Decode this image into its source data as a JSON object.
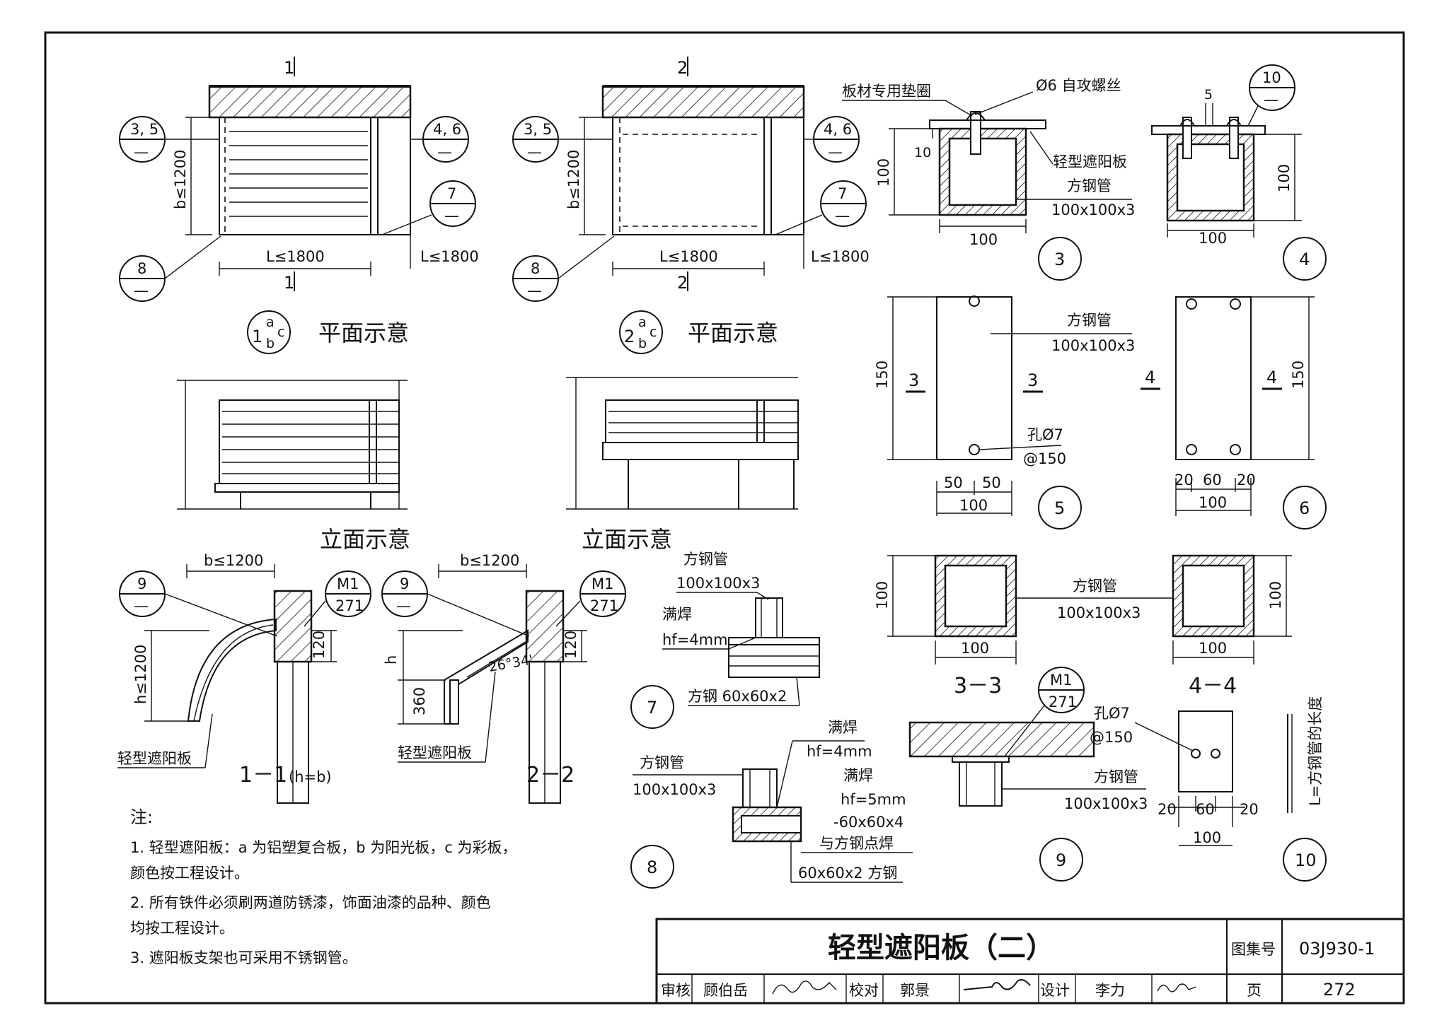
{
  "plan1": {
    "label": "平面示意",
    "sec_top": "1",
    "sec_bottom": "1",
    "dim_b": "b≤1200",
    "dim_l": "L≤1800",
    "dim_l2": "L≤1800",
    "callout_left_top": "3, 5",
    "callout_right_top": "4, 6",
    "callout_7": "7",
    "callout_8": "8",
    "dash": "—"
  },
  "plan2": {
    "label": "平面示意",
    "sec_top": "2",
    "sec_bottom": "2",
    "dim_b": "b≤1200",
    "dim_l": "L≤1800",
    "dim_l2": "L≤1800",
    "callout_left_top": "3, 5",
    "callout_right_top": "4, 6",
    "callout_7": "7",
    "callout_8": "8",
    "dash": "—"
  },
  "symbol1": {
    "num": "1",
    "a": "a",
    "b": "b",
    "c": "c"
  },
  "symbol2": {
    "num": "2",
    "a": "a",
    "b": "b",
    "c": "c"
  },
  "elev1": {
    "label": "立面示意"
  },
  "elev2": {
    "label": "立面示意"
  },
  "sec11": {
    "label": "1－1",
    "note": "(h=b)",
    "dim_b": "b≤1200",
    "dim_h": "h≤1200",
    "dim_120": "120",
    "callout_9": "9",
    "m1_top": "M1",
    "m1_bottom": "271",
    "panel_label": "轻型遮阳板",
    "dash": "—"
  },
  "sec22": {
    "label": "2－2",
    "dim_b": "b≤1200",
    "dim_h": "h",
    "dim_360": "360",
    "dim_120": "120",
    "angle": "26°34'",
    "callout_9": "9",
    "m1_top": "M1",
    "m1_bottom": "271",
    "panel_label": "轻型遮阳板",
    "dash": "—"
  },
  "d3": {
    "num": "3",
    "washer": "板材专用垫圈",
    "screw": "Ø6 自攻螺丝",
    "panel": "轻型遮阳板",
    "tube": "方钢管",
    "tube_size": "100x100x3",
    "dim_10": "10",
    "dim_100v": "100",
    "dim_100h": "100"
  },
  "d4": {
    "num": "4",
    "dim_5": "5",
    "dim_100v": "100",
    "dim_100h": "100",
    "callout_10": "10",
    "dash": "—"
  },
  "d5": {
    "num": "5",
    "sec_left": "3",
    "sec_right": "3",
    "dim_150": "150",
    "tube": "方钢管",
    "tube_size": "100x100x3",
    "hole": "孔Ø7",
    "hole_spacing": "@150",
    "dim_50a": "50",
    "dim_50b": "50",
    "dim_100": "100"
  },
  "d6": {
    "num": "6",
    "sec_left": "4",
    "sec_right": "4",
    "dim_150": "150",
    "dim_20a": "20",
    "dim_60": "60",
    "dim_20b": "20",
    "dim_100": "100"
  },
  "s33": {
    "label": "3－3",
    "dim_100v": "100",
    "dim_100h": "100"
  },
  "s44": {
    "label": "4－4",
    "dim_100v": "100",
    "dim_100h": "100",
    "tube": "方钢管",
    "tube_size": "100x100x3"
  },
  "d7": {
    "num": "7",
    "tube": "方钢管",
    "tube_size": "100x100x3",
    "weld": "满焊",
    "hf": "hf=4mm",
    "small_tube": "方钢 60x60x2"
  },
  "d8": {
    "num": "8",
    "tube": "方钢管",
    "tube_size": "100x100x3",
    "weld1": "满焊",
    "hf1": "hf=4mm",
    "weld2": "满焊",
    "hf2": "hf=5mm",
    "plate": "-60x60x4",
    "spot": "与方钢点焊",
    "small_tube": "60x60x2 方钢"
  },
  "d9": {
    "num": "9",
    "m1_top": "M1",
    "m1_bottom": "271",
    "tube": "方钢管",
    "tube_size": "100x100x3"
  },
  "d10": {
    "num": "10",
    "hole": "孔Ø7",
    "hole_spacing": "@150",
    "dim_20a": "20",
    "dim_60": "60",
    "dim_20b": "20",
    "dim_100": "100",
    "length_note": "L=方钢管的长度"
  },
  "notes": {
    "heading": "注:",
    "items": [
      "1.  轻型遮阳板：a 为铝塑复合板，b 为阳光板，c 为彩板，",
      "     颜色按工程设计。",
      "2.  所有铁件必须刷两道防锈漆，饰面油漆的品种、颜色",
      "     均按工程设计。",
      "3.  遮阳板支架也可采用不锈钢管。"
    ]
  },
  "titleblock": {
    "title": "轻型遮阳板（二）",
    "atlas_label": "图集号",
    "atlas_no": "03J930-1",
    "page_label": "页",
    "page_no": "272",
    "review_label": "审核",
    "reviewer": "顾伯岳",
    "check_label": "校对",
    "checker": "郭景",
    "design_label": "设计",
    "designer": "李力"
  }
}
